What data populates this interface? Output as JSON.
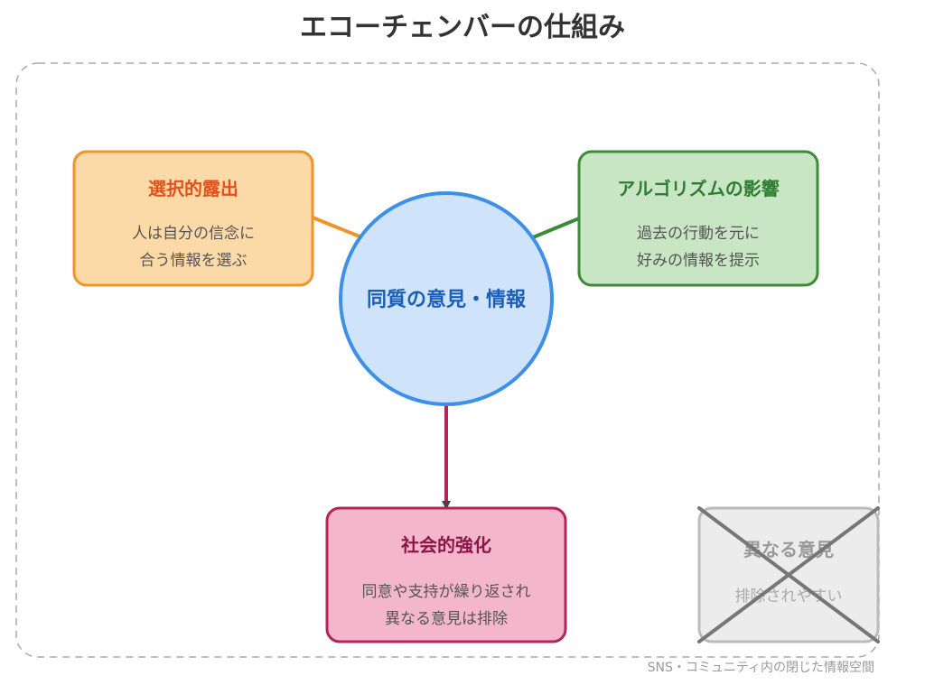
{
  "title": "エコーチェンバーの仕組み",
  "colors": {
    "selective_border": "#f0932b",
    "selective_fill": "#fcdaa8",
    "selective_title": "#e0521c",
    "selective_text": "#555555",
    "algorithm_border": "#3d8b37",
    "algorithm_fill": "#c8e6c3",
    "algorithm_title": "#2e7d32",
    "center_border": "#3d8fe8",
    "center_fill": "#cfe3fb",
    "center_text": "#1c5fb8",
    "social_border": "#b52359",
    "social_fill": "#f3b6ca",
    "social_title": "#8a1747",
    "different_border": "#bbbbbb",
    "different_fill": "#ececec",
    "different_text": "#888888",
    "arrow_down": "#b52359",
    "arrowhead": "#444444",
    "cross": "#777777",
    "boundary": "#aaaaaa"
  },
  "nodes": {
    "selective_exposure": {
      "title": "選択的露出",
      "line1": "人は自分の信念に",
      "line2": "合う情報を選ぶ"
    },
    "algorithm": {
      "title": "アルゴリズムの影響",
      "line1": "過去の行動を元に",
      "line2": "好みの情報を提示"
    },
    "center": {
      "label": "同質の意見・情報"
    },
    "social_reinforcement": {
      "title": "社会的強化",
      "line1": "同意や支持が繰り返され",
      "line2": "異なる意見は排除"
    },
    "different_opinions": {
      "title": "異なる意見",
      "subtitle": "排除されやすい"
    }
  },
  "boundary_caption": "SNS・コミュニティ内の閉じた情報空間"
}
